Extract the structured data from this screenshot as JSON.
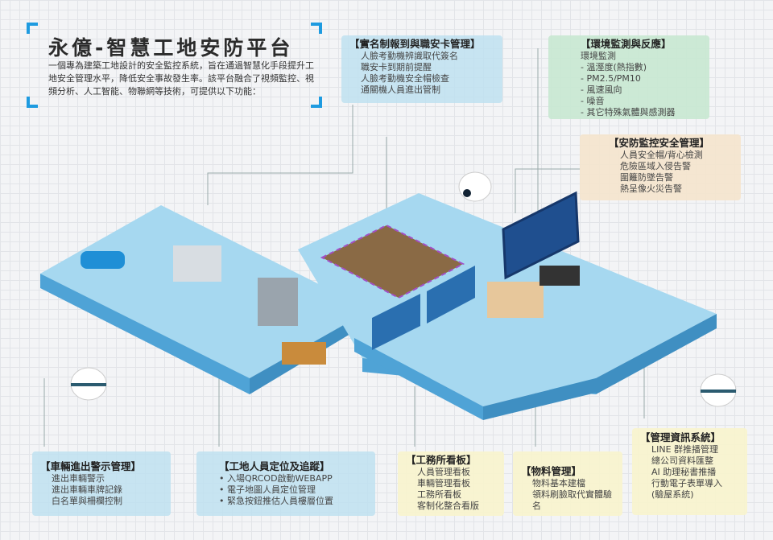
{
  "header": {
    "title": "永億-智慧工地安防平台",
    "intro": "一個專為建築工地設計的安全監控系統，旨在通過智慧化手段提升工地安全管理水平，降低安全事故發生率。該平台融合了視頻監控、視頻分析、人工智能、物聯網等技術，可提供以下功能："
  },
  "boxes": [
    {
      "title": "【實名制報到與職安卡管理】",
      "items": [
        "人臉考勤機辨識取代簽名",
        "職安卡到期前提醒",
        "人臉考勤機安全帽檢查",
        "通關機人員進出管制"
      ]
    },
    {
      "title": "【環境監測與反應】",
      "items": [
        "環境監測",
        "- 溫溼度(熱指數)",
        "- PM2.5/PM10",
        "- 風速風向",
        "- 噪音",
        "- 其它特殊氣體與感測器"
      ]
    },
    {
      "title": "【安防監控安全管理】",
      "items": [
        "人員安全帽/背心檢測",
        "危險區域入侵告警",
        "圍籬防墜告警",
        "熱呈像火災告警"
      ]
    },
    {
      "title": "【車輛進出警示管理】",
      "items": [
        "進出車輛警示",
        "進出車輛車牌記錄",
        "白名單與柵欄控制"
      ]
    },
    {
      "title": "【工地人員定位及追蹤】",
      "items": [
        "• 入場QRCOD啟動WEBAPP",
        "• 電子地圖人員定位管理",
        "• 緊急按鈕推估人員樓層位置"
      ]
    },
    {
      "title": "【工務所看板】",
      "items": [
        "人員管理看板",
        "車輛管理看板",
        "工務所看板",
        "客制化整合看版"
      ]
    },
    {
      "title": "【物料管理】",
      "items": [
        "物料基本建檔",
        "領料刷臉取代實體驗名"
      ]
    },
    {
      "title": "【管理資訊系統】",
      "items": [
        "LINE 群推播管理",
        "總公司資料匯整",
        "AI 助理秘書推播",
        "行動電子表單導入",
        "(驗屋系統)"
      ]
    }
  ],
  "colors": {
    "accent": "#1e9be0",
    "platform_top": "#a6d8f0",
    "platform_side": "#4fa3d6"
  }
}
